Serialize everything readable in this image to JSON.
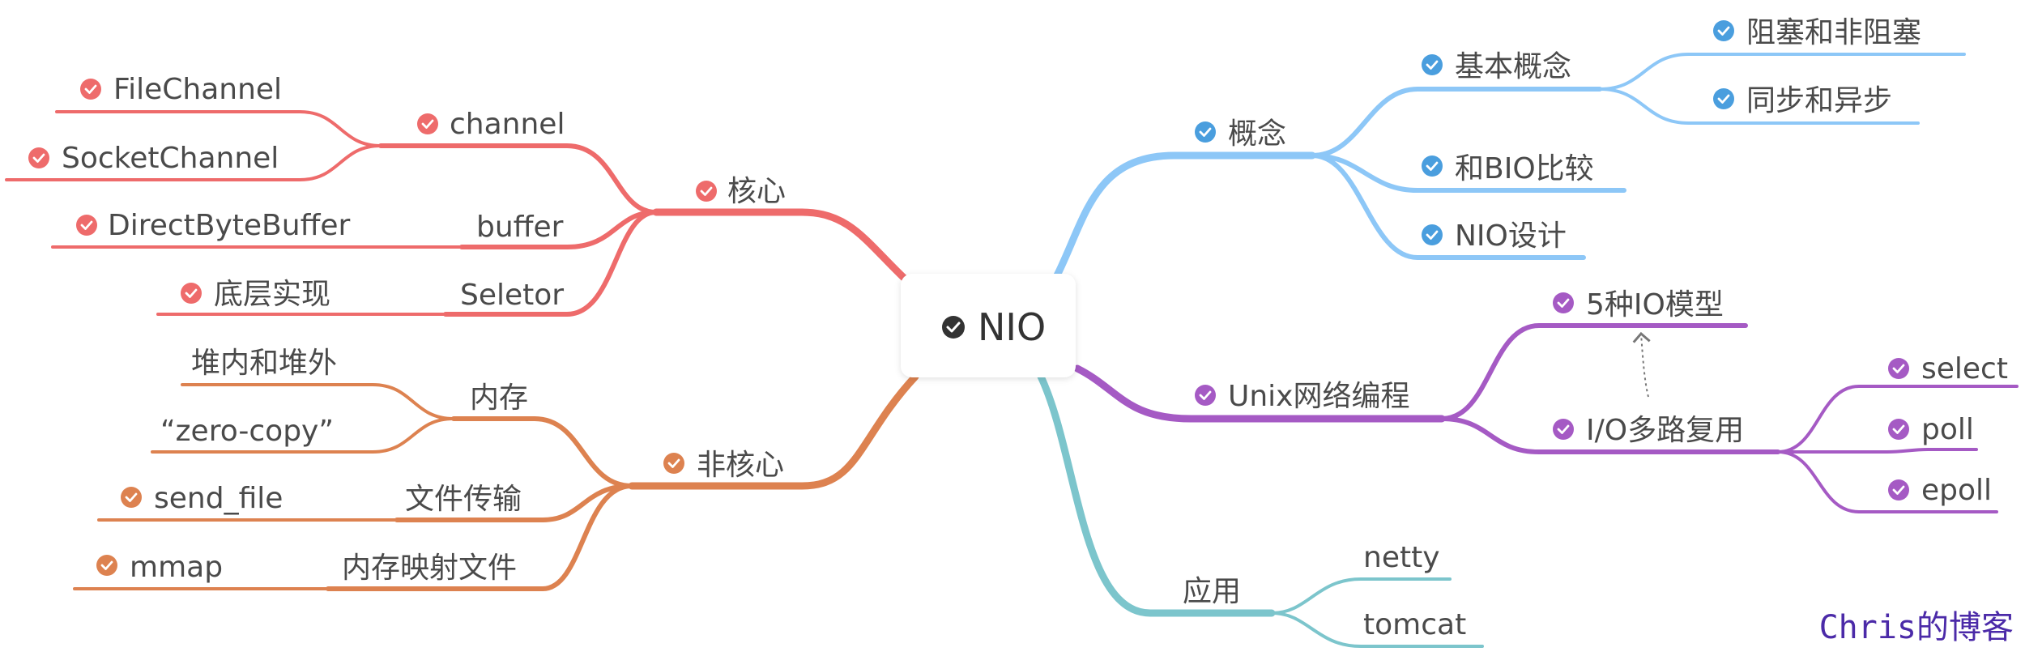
{
  "root": {
    "label": "NIO",
    "icon": "check-circle-icon",
    "color": "#333333"
  },
  "colors": {
    "red": "#ee6b6b",
    "orange": "#dd8250",
    "blue": "#8dc7f7",
    "purple": "#a55ac4",
    "teal": "#7cc5cc"
  },
  "branches": {
    "core": {
      "label": "核心",
      "color": "#ee6b6b",
      "children": {
        "channel": {
          "label": "channel",
          "file_channel": "FileChannel",
          "socket_channel": "SocketChannel"
        },
        "buffer": {
          "label": "buffer",
          "direct_byte_buffer": "DirectByteBuffer"
        },
        "selector": {
          "label": "Seletor",
          "impl": "底层实现"
        }
      }
    },
    "non_core": {
      "label": "非核心",
      "color": "#dd8250",
      "children": {
        "memory": {
          "label": "内存",
          "heap": "堆内和堆外",
          "zero_copy": "“zero-copy”"
        },
        "file_transfer": {
          "label": "文件传输",
          "send_file": "send_file"
        },
        "mmap_file": {
          "label": "内存映射文件",
          "mmap": "mmap"
        }
      }
    },
    "concept": {
      "label": "概念",
      "color": "#8dc7f7",
      "children": {
        "basic": {
          "label": "基本概念",
          "blocking": "阻塞和非阻塞",
          "sync": "同步和异步"
        },
        "bio_compare": "和BIO比较",
        "nio_design": "NIO设计"
      }
    },
    "unix": {
      "label": "Unix网络编程",
      "color": "#a55ac4",
      "children": {
        "io_models": "5种IO模型",
        "multiplex": {
          "label": "I/O多路复用",
          "select": "select",
          "poll": "poll",
          "epoll": "epoll"
        }
      }
    },
    "apps": {
      "label": "应用",
      "color": "#7cc5cc",
      "children": {
        "netty": "netty",
        "tomcat": "tomcat"
      }
    }
  },
  "watermark": "Chris的博客"
}
